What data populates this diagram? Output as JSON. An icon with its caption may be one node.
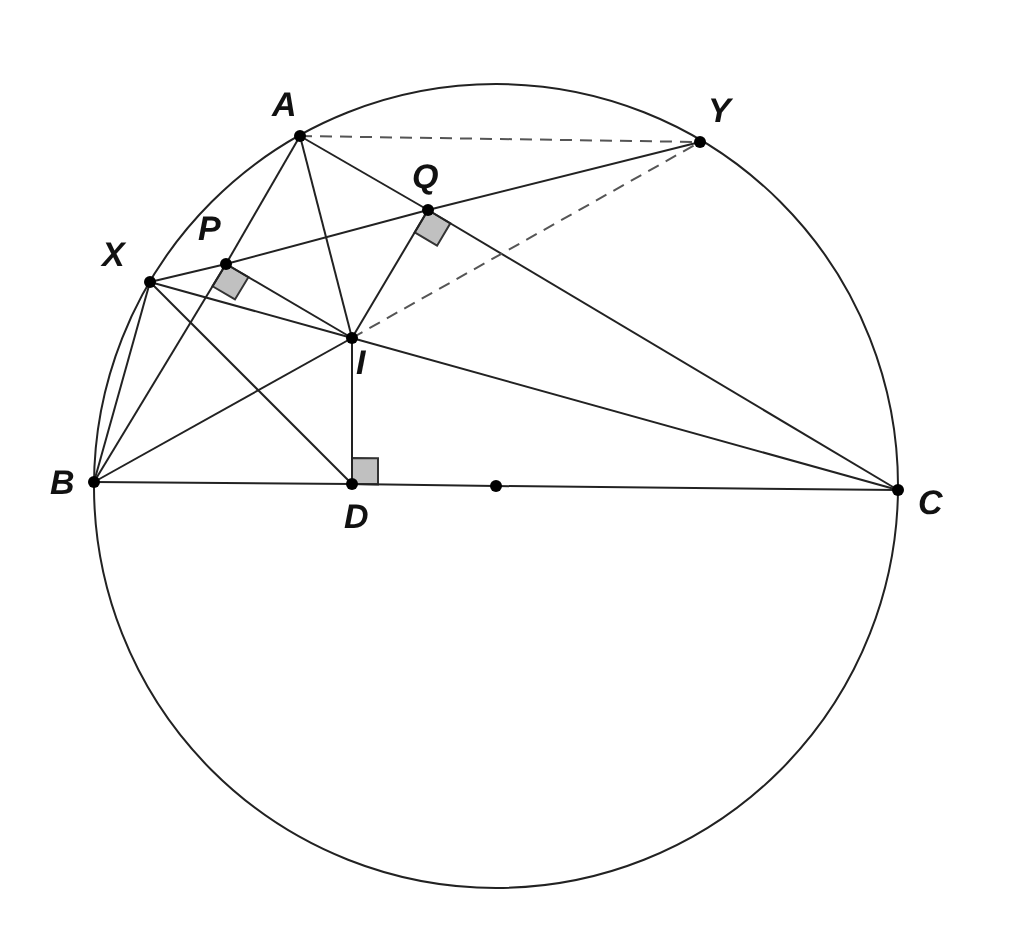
{
  "diagram": {
    "nodes": [
      {
        "text": [
          "A"
        ]
      },
      {
        "text": [
          "Y"
        ]
      },
      {
        "text": [
          "Q"
        ]
      },
      {
        "text": [
          "P"
        ]
      },
      {
        "text": [
          "X"
        ]
      },
      {
        "text": [
          "I"
        ]
      },
      {
        "text": [
          "B"
        ]
      },
      {
        "text": [
          "D"
        ]
      },
      {
        "text": [],
        "shape": "circle"
      },
      {
        "text": [
          "C"
        ]
      }
    ],
    "edges": [
      {
        "from": 0,
        "to": 1,
        "arrow": "none",
        "style": "dashed"
      },
      {
        "from": 0,
        "to": 3,
        "arrow": "none"
      },
      {
        "from": 3,
        "to": 6,
        "arrow": "none"
      },
      {
        "from": 0,
        "to": 2,
        "arrow": "none"
      },
      {
        "from": 2,
        "to": 9,
        "arrow": "none"
      },
      {
        "from": 0,
        "to": 5,
        "arrow": "none"
      },
      {
        "from": 4,
        "to": 3,
        "arrow": "none"
      },
      {
        "from": 3,
        "to": 2,
        "arrow": "none"
      },
      {
        "from": 2,
        "to": 1,
        "arrow": "none"
      },
      {
        "from": 3,
        "to": 5,
        "arrow": "none"
      },
      {
        "from": 2,
        "to": 5,
        "arrow": "none"
      },
      {
        "from": 5,
        "to": 1,
        "arrow": "none",
        "style": "dashed"
      },
      {
        "from": 4,
        "to": 5,
        "arrow": "none"
      },
      {
        "from": 5,
        "to": 9,
        "arrow": "none"
      },
      {
        "from": 4,
        "to": 6,
        "arrow": "none"
      },
      {
        "from": 4,
        "to": 7,
        "arrow": "none"
      },
      {
        "from": 6,
        "to": 5,
        "arrow": "none"
      },
      {
        "from": 5,
        "to": 7,
        "arrow": "none"
      },
      {
        "from": 6,
        "to": 7,
        "arrow": "none"
      },
      {
        "from": 7,
        "to": 8,
        "arrow": "none"
      },
      {
        "from": 8,
        "to": 9,
        "arrow": "none"
      }
    ]
  }
}
